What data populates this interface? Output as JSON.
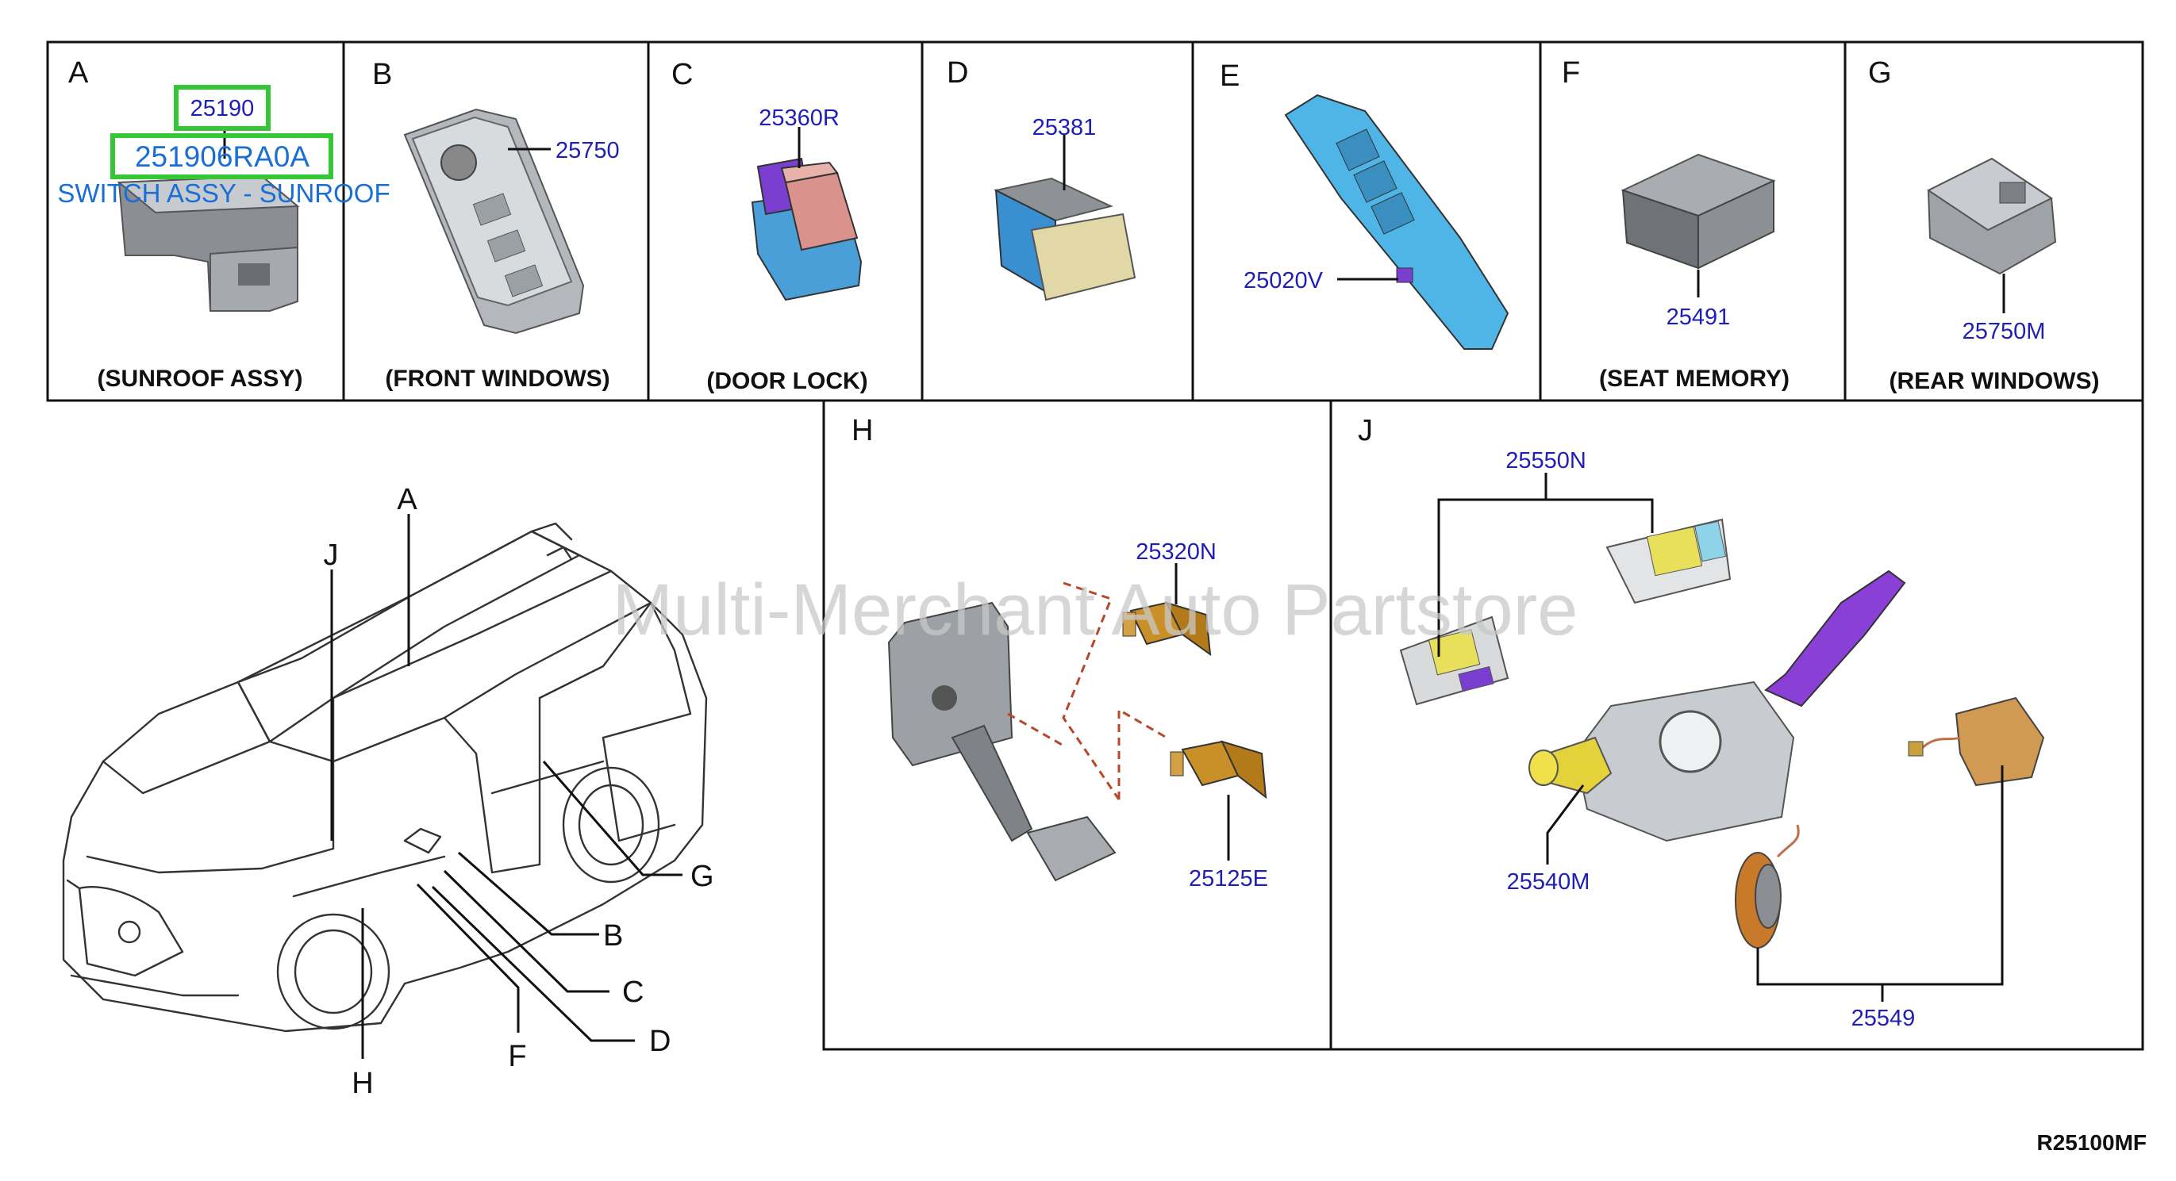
{
  "panels": {
    "A": {
      "letter": "A",
      "caption": "(SUNROOF ASSY)",
      "part": "25190",
      "highlight_code": "251906RA0A",
      "highlight_desc": "SWITCH ASSY - SUNROOF"
    },
    "B": {
      "letter": "B",
      "caption": "(FRONT WINDOWS)",
      "part": "25750"
    },
    "C": {
      "letter": "C",
      "caption": "(DOOR LOCK)",
      "part": "25360R"
    },
    "D": {
      "letter": "D",
      "part": "25381"
    },
    "E": {
      "letter": "E",
      "part": "25020V"
    },
    "F": {
      "letter": "F",
      "caption": "(SEAT MEMORY)",
      "part": "25491"
    },
    "G": {
      "letter": "G",
      "caption": "(REAR WINDOWS)",
      "part": "25750M"
    },
    "H": {
      "letter": "H",
      "part1": "25320N",
      "part2": "25125E"
    },
    "J": {
      "letter": "J",
      "part1": "25550N",
      "part2": "25540M",
      "part3": "25549"
    }
  },
  "vehicle_callouts": {
    "A": "A",
    "J": "J",
    "G": "G",
    "B": "B",
    "C": "C",
    "D": "D",
    "F": "F",
    "H": "H"
  },
  "watermark": "Multi-Merchant Auto Partstore",
  "diagram_code": "R25100MF",
  "colors": {
    "part_number": "#1f1fb8",
    "highlight_box": "#36c736",
    "highlight_text": "#1a6fd6",
    "line": "#111111",
    "watermark": "#c8c8c8"
  }
}
